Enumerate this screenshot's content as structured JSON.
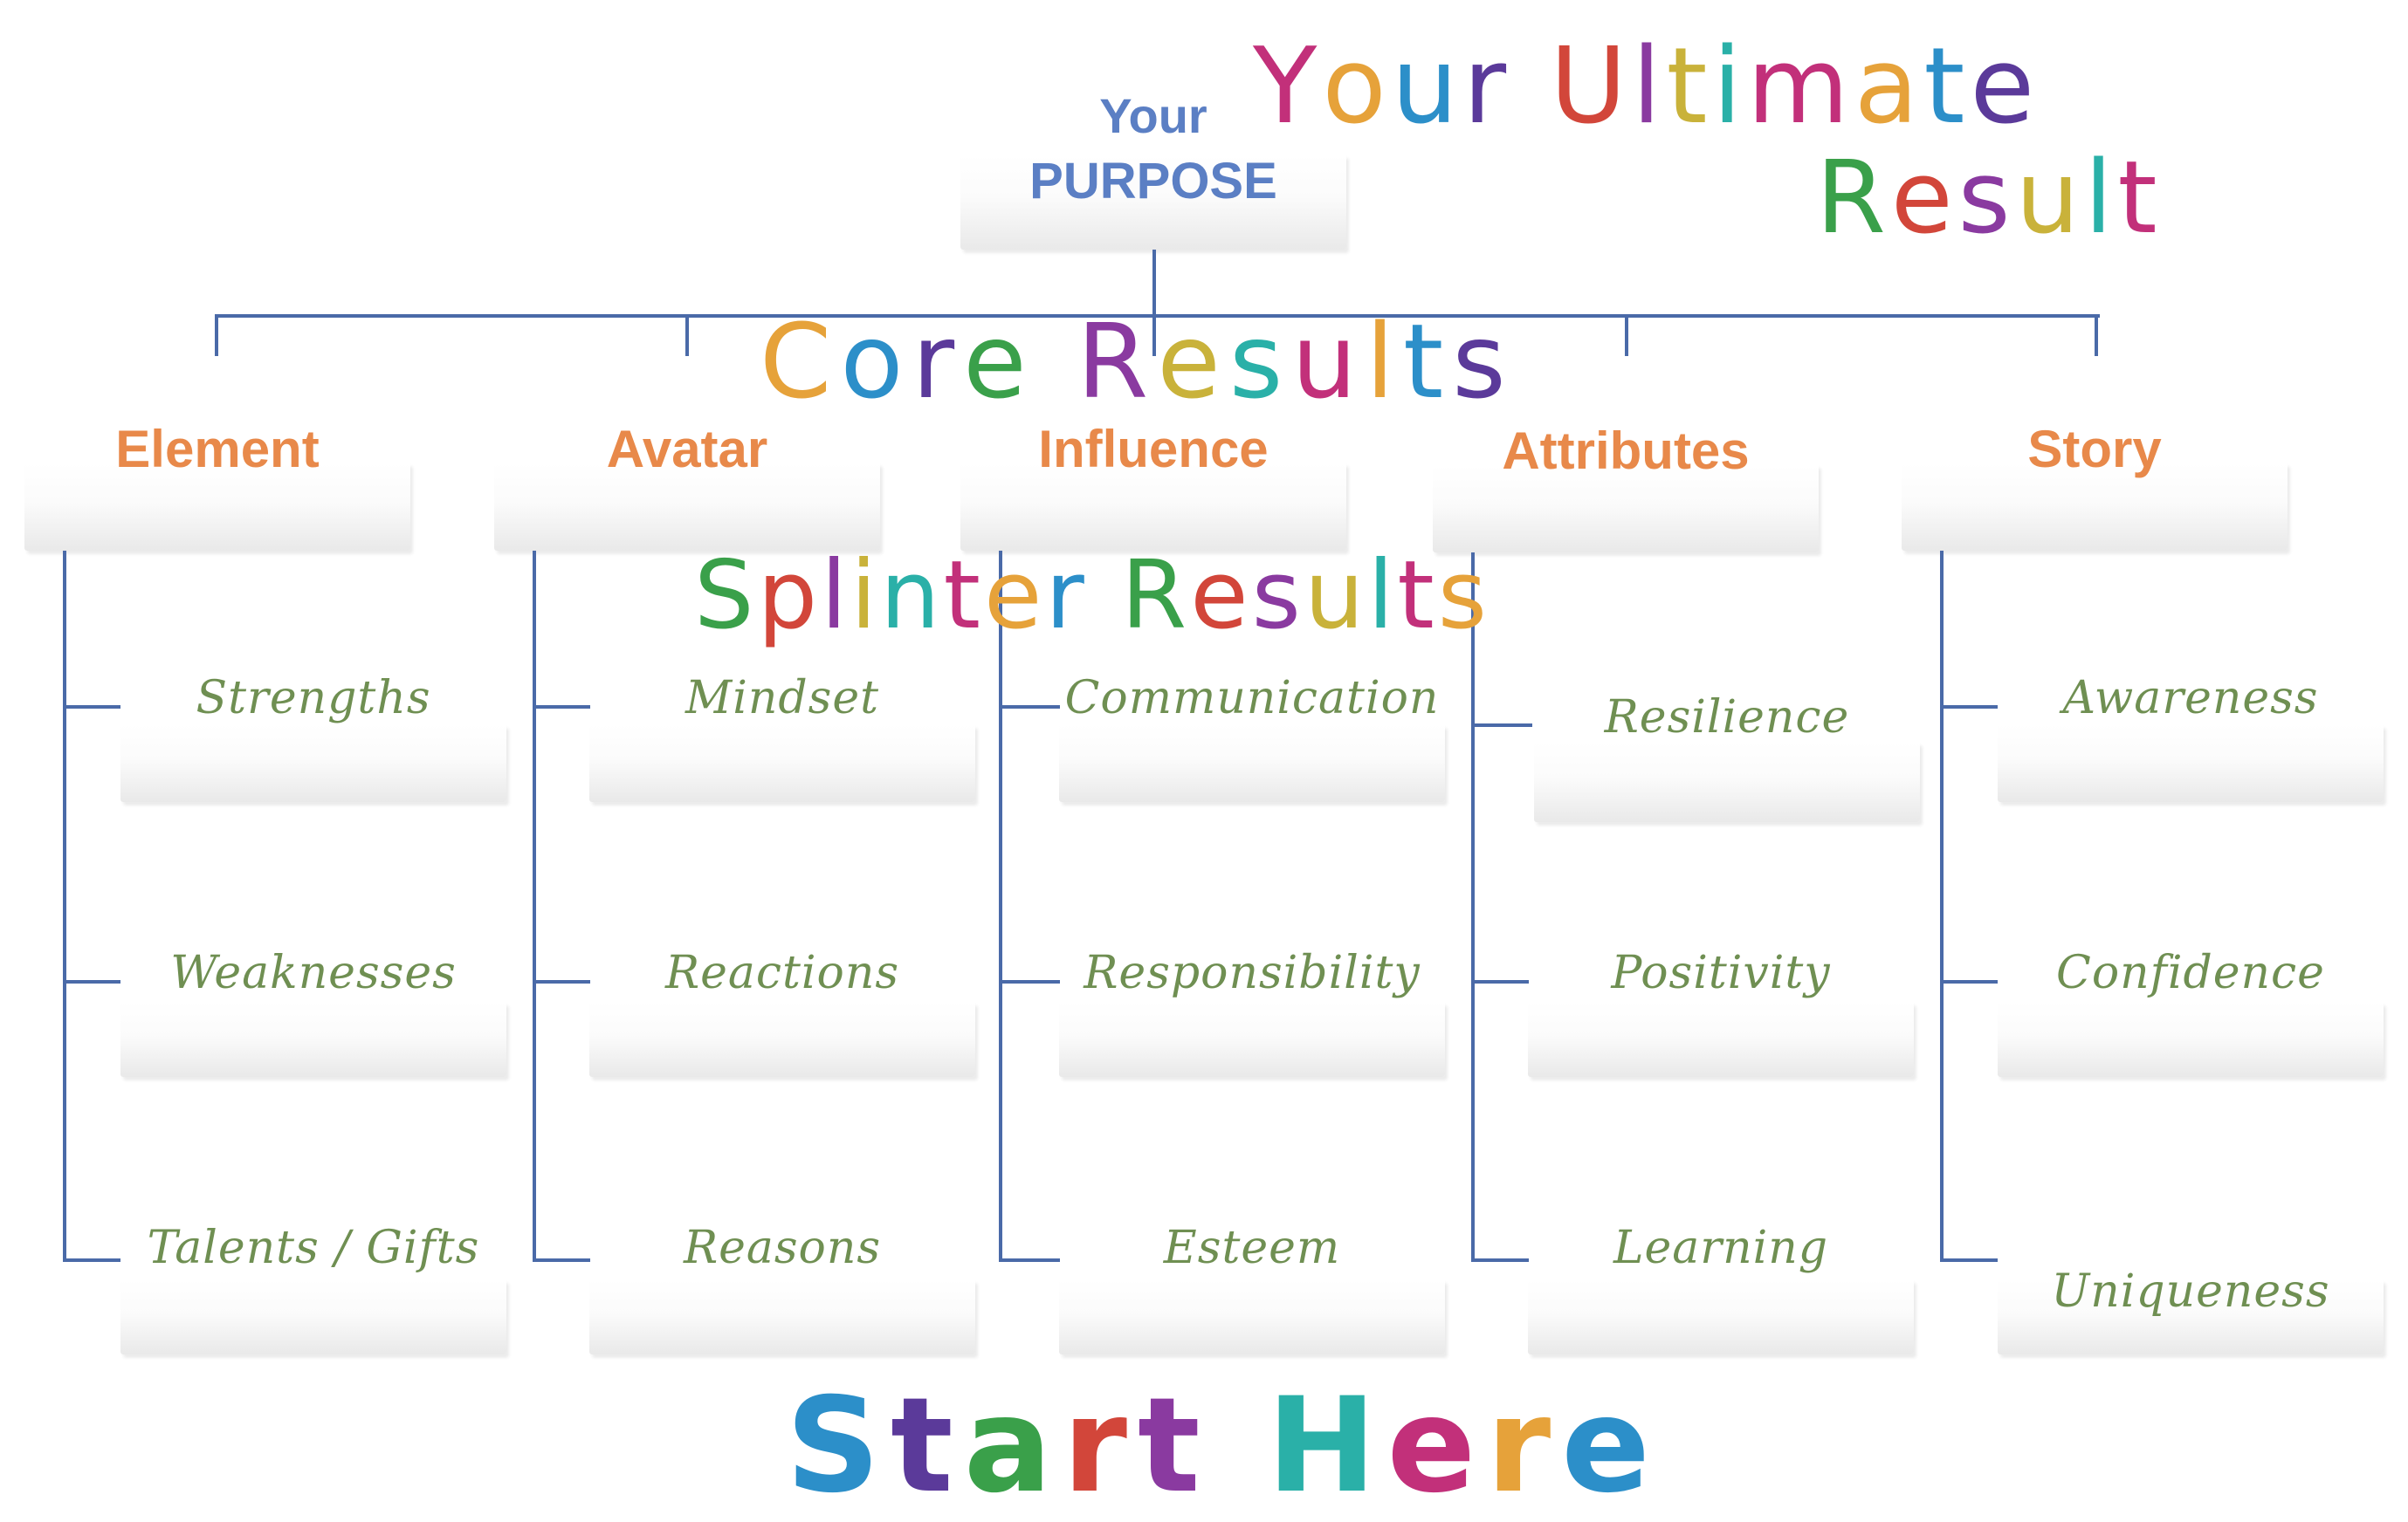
{
  "title": {
    "line1": "Your Ultimate",
    "line2": "Result"
  },
  "purpose": {
    "line1": "Your",
    "line2": "PURPOSE"
  },
  "core_heading": "Core Results",
  "splinter_heading": "Splinter Results",
  "footer": "Start Here",
  "colors": {
    "line": "#4a6aa8",
    "core_text": "#e8894a",
    "sub_text": "#6f8f52",
    "purpose_text": "#5b7fc4",
    "rainbow": [
      "#c2307a",
      "#e6a23a",
      "#2c8fc9",
      "#5b3a9a",
      "#3aa04a",
      "#d2463a",
      "#8a3aa0",
      "#c9b23a",
      "#2ab0a8"
    ]
  },
  "columns": [
    {
      "label": "Element",
      "items": [
        "Strengths",
        "Weaknesses",
        "Talents / Gifts"
      ]
    },
    {
      "label": "Avatar",
      "items": [
        "Mindset",
        "Reactions",
        "Reasons"
      ]
    },
    {
      "label": "Influence",
      "items": [
        "Communication",
        "Responsibility",
        "Esteem"
      ]
    },
    {
      "label": "Attributes",
      "items": [
        "Resilience",
        "Positivity",
        "Learning"
      ]
    },
    {
      "label": "Story",
      "items": [
        "Awareness",
        "Confidence",
        "Uniqueness"
      ]
    }
  ]
}
